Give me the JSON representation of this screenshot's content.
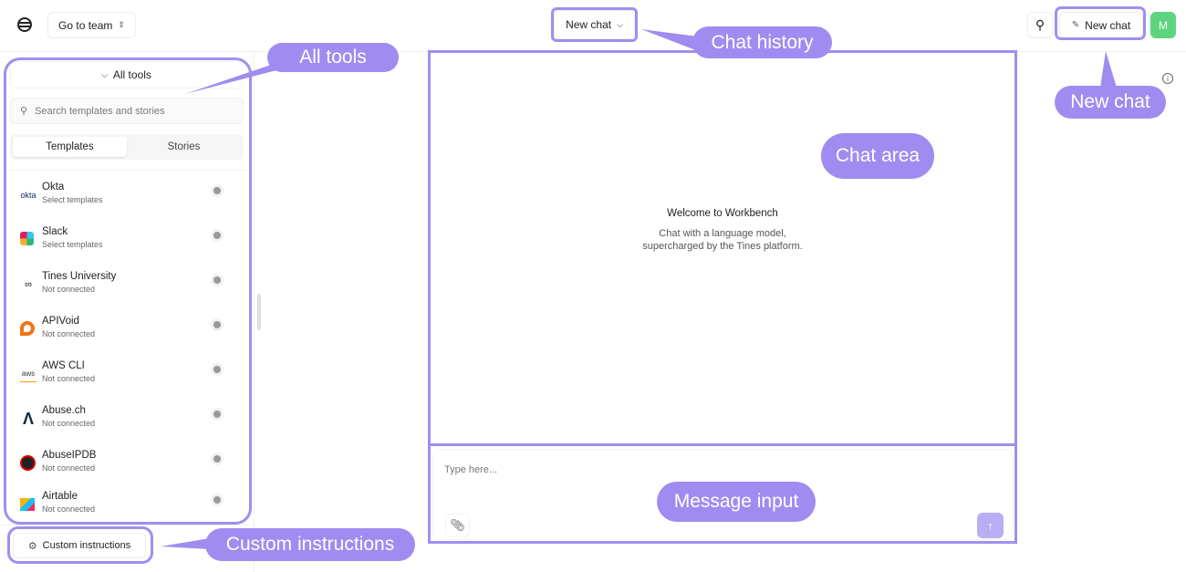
{
  "header": {
    "team_button": "Go to team",
    "history_button": "New chat",
    "new_chat_button": "New chat",
    "avatar": "M"
  },
  "sidebar": {
    "all_tools": "All tools",
    "search_placeholder": "Search templates and stories",
    "tabs": [
      {
        "label": "Templates",
        "active": true
      },
      {
        "label": "Stories",
        "active": false
      }
    ],
    "items": [
      {
        "name": "Okta",
        "status": "Select templates"
      },
      {
        "name": "Slack",
        "status": "Select templates"
      },
      {
        "name": "Tines University",
        "status": "Not connected"
      },
      {
        "name": "APIVoid",
        "status": "Not connected"
      },
      {
        "name": "AWS CLI",
        "status": "Not connected"
      },
      {
        "name": "Abuse.ch",
        "status": "Not connected"
      },
      {
        "name": "AbuseIPDB",
        "status": "Not connected"
      },
      {
        "name": "Airtable",
        "status": "Not connected"
      }
    ],
    "custom_instructions": "Custom instructions"
  },
  "chat": {
    "welcome_title": "Welcome to Workbench",
    "welcome_line1": "Chat with a language model,",
    "welcome_line2": "supercharged by the Tines platform.",
    "input_placeholder": "Type here..."
  },
  "annotations": {
    "all_tools": "All tools",
    "chat_history": "Chat history",
    "new_chat": "New chat",
    "chat_area": "Chat area",
    "message_input": "Message input",
    "custom_instructions": "Custom instructions"
  },
  "colors": {
    "annotation": "#a08cf0",
    "avatar": "#5fd47e",
    "send_button": "#b9aef3"
  }
}
